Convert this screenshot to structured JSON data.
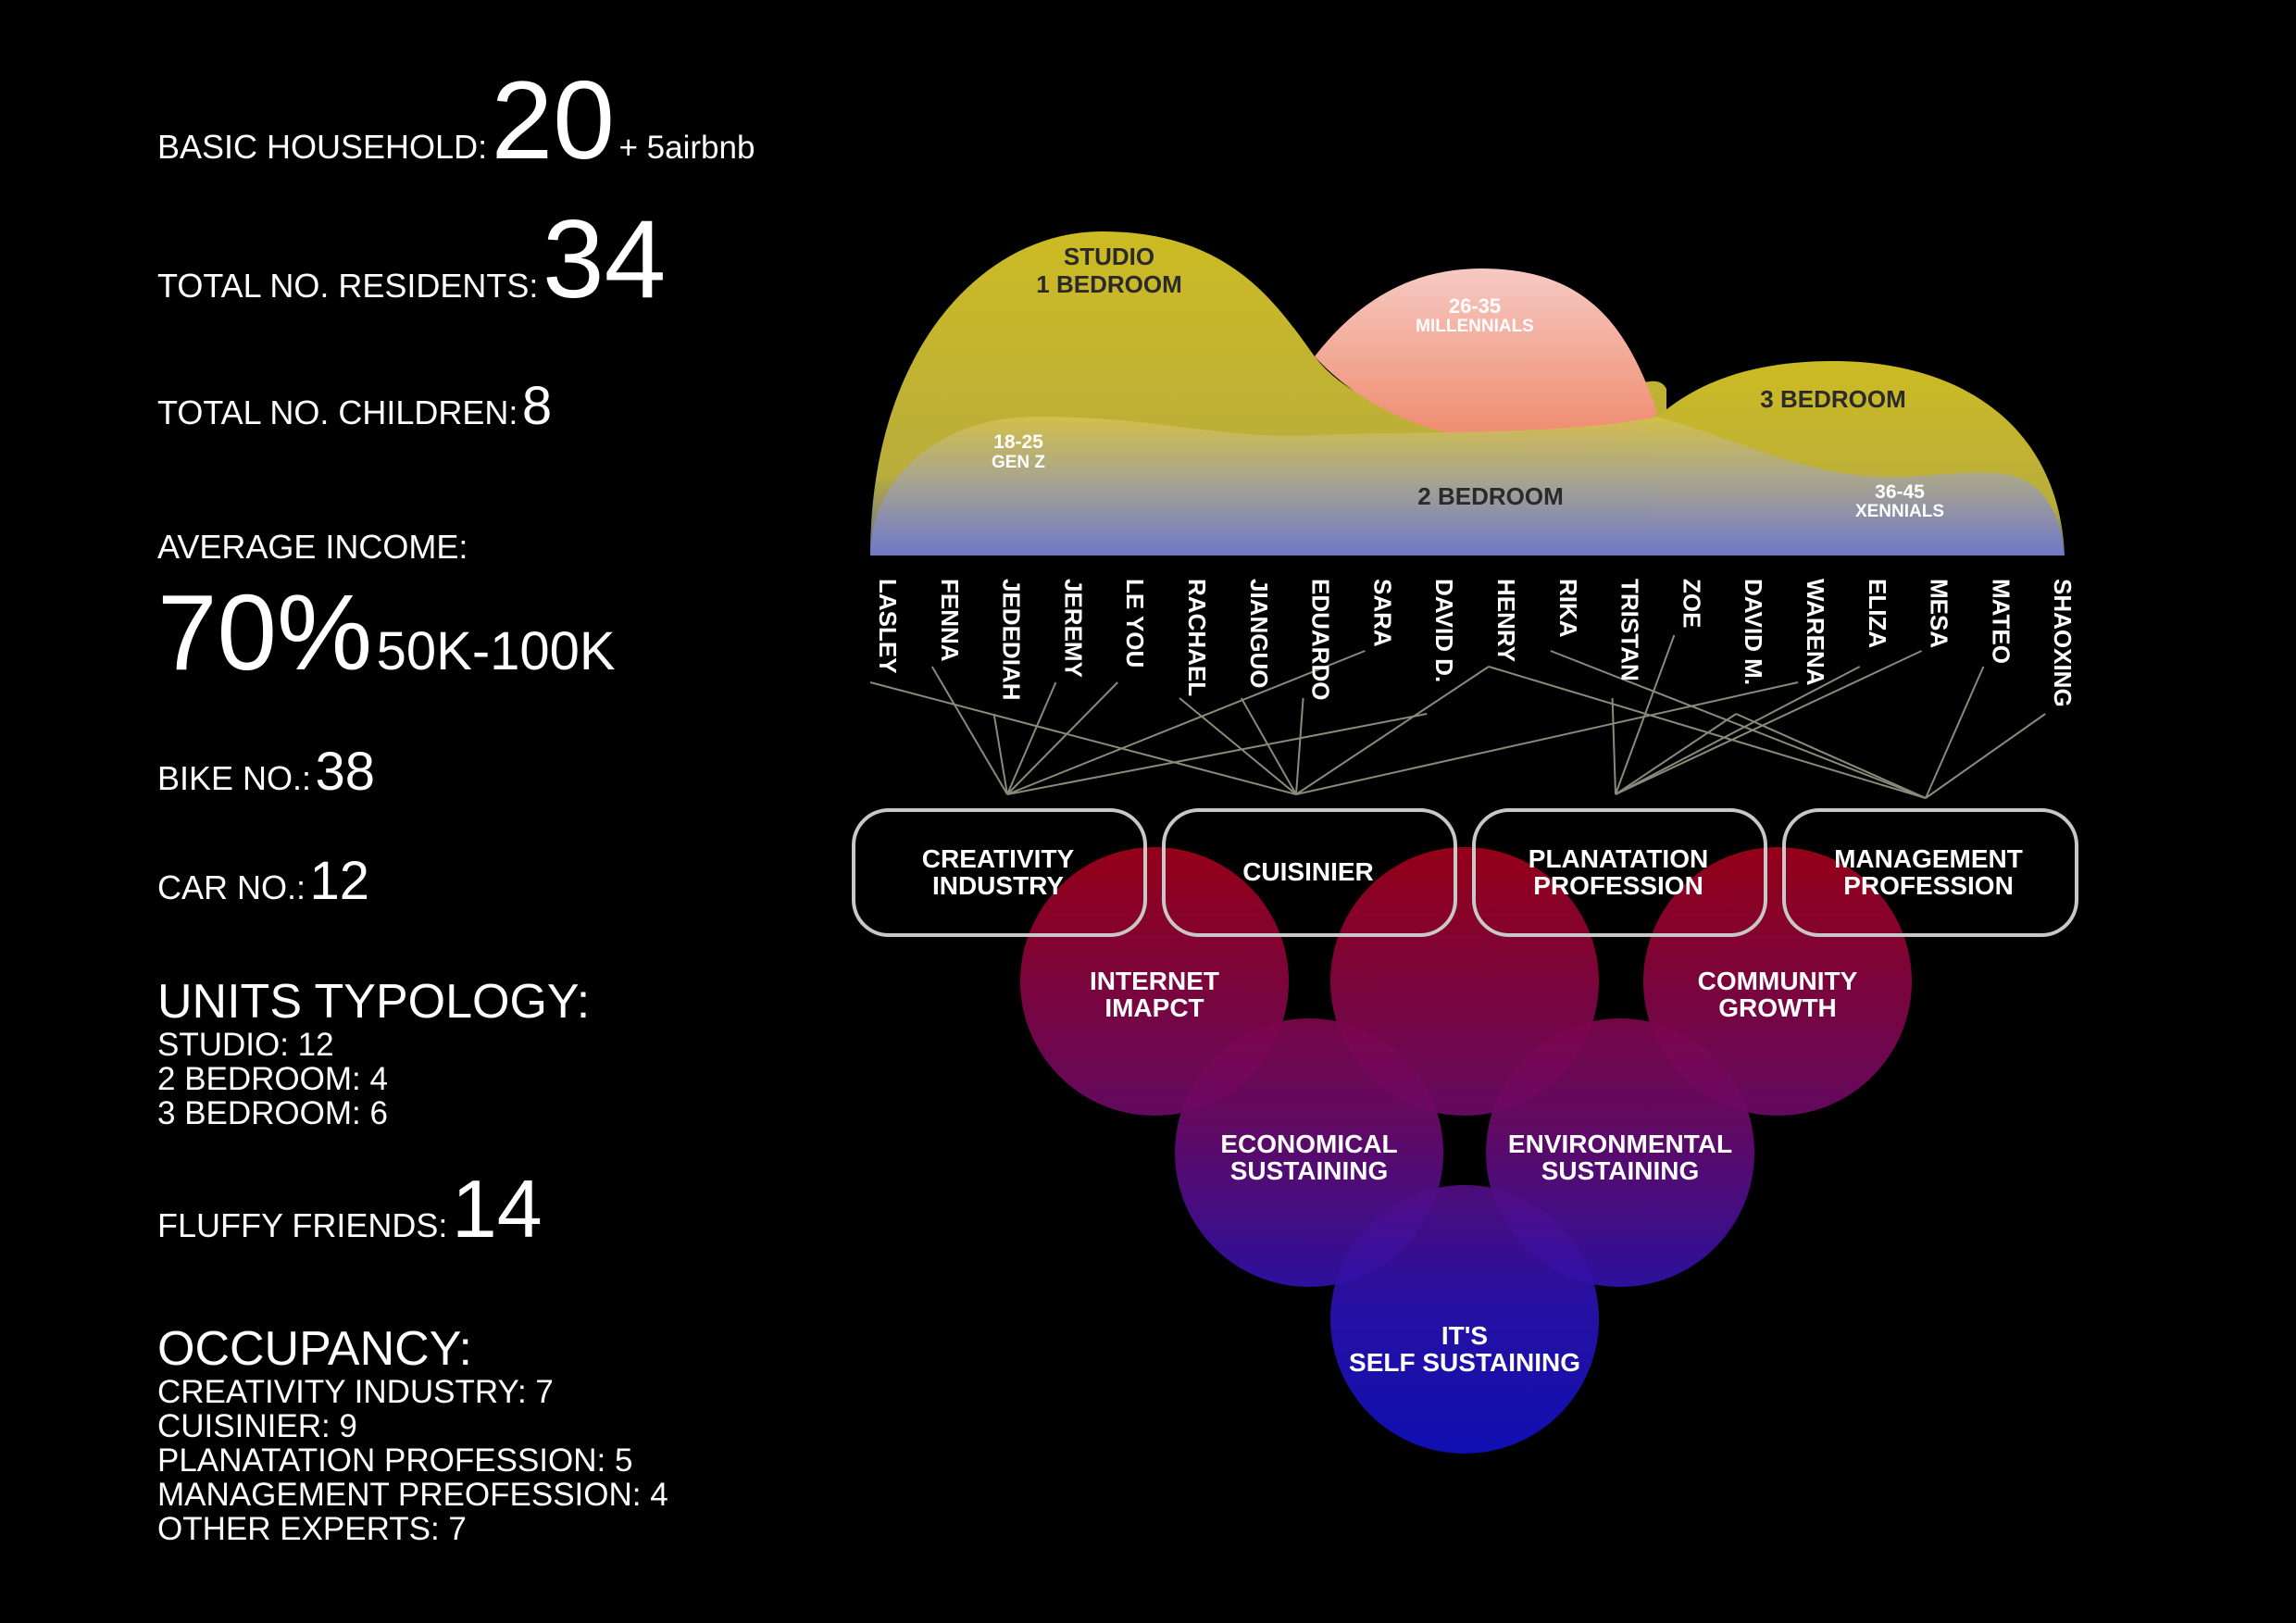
{
  "stats": {
    "household_label": "BASIC HOUSEHOLD:",
    "household_value": "20",
    "household_extra": "+ 5airbnb",
    "residents_label": "TOTAL NO. RESIDENTS:",
    "residents_value": "34",
    "children_label": "TOTAL NO. CHILDREN:",
    "children_value": "8",
    "income_label": "AVERAGE INCOME:",
    "income_percent": "70%",
    "income_range": "50K-100K",
    "bike_label": "BIKE NO.:",
    "bike_value": "38",
    "car_label": "CAR NO.:",
    "car_value": "12",
    "units_heading": "UNITS TYPOLOGY:",
    "units": [
      "STUDIO: 12",
      "2 BEDROOM: 4",
      "3 BEDROOM: 6"
    ],
    "fluffy_label": "FLUFFY FRIENDS:",
    "fluffy_value": "14",
    "occupancy_heading": "OCCUPANCY:",
    "occupancy": [
      "CREATIVITY INDUSTRY: 7",
      "CUISINIER: 9",
      "PLANATATION PROFESSION: 5",
      "MANAGEMENT PREOFESSION: 4",
      "OTHER EXPERTS: 7"
    ]
  },
  "diagram": {
    "wave_labels": {
      "studio_1": "STUDIO",
      "studio_2": "1 BEDROOM",
      "millennials_age": "26-35",
      "millennials_name": "MILLENNIALS",
      "genz_age": "18-25",
      "genz_name": "GEN Z",
      "bed3": "3 BEDROOM",
      "bed2": "2 BEDROOM",
      "xennials_age": "36-45",
      "xennials_name": "XENNIALS"
    },
    "residents": [
      "LASLEY",
      "FENNA",
      "JEDEDIAH",
      "JEREMY",
      "LE YOU",
      "RACHAEL",
      "JIANGUO",
      "EDUARDO",
      "SARA",
      "DAVID D.",
      "HENRY",
      "RIKA",
      "TRISTAN",
      "ZOE",
      "DAVID M.",
      "WARENA",
      "ELIZA",
      "MESA",
      "MATEO",
      "SHAOXING"
    ],
    "professions": [
      [
        "CREATIVITY",
        "INDUSTRY"
      ],
      [
        "CUISINIER"
      ],
      [
        "PLANATATION",
        "PROFESSION"
      ],
      [
        "MANAGEMENT",
        "PROFESSION"
      ]
    ],
    "circles": [
      [
        "INTERNET",
        "IMAPCT"
      ],
      [],
      [
        "COMMUNITY",
        "GROWTH"
      ],
      [
        "ECONOMICAL",
        "SUSTAINING"
      ],
      [
        "ENVIRONMENTAL",
        "SUSTAINING"
      ],
      [
        "IT'S",
        "SELF SUSTAINING"
      ]
    ],
    "connections": [
      [
        1,
        0
      ],
      [
        2,
        0
      ],
      [
        3,
        0
      ],
      [
        4,
        0
      ],
      [
        8,
        0
      ],
      [
        9,
        0
      ],
      [
        5,
        1
      ],
      [
        6,
        1
      ],
      [
        7,
        1
      ],
      [
        10,
        1
      ],
      [
        0,
        1
      ],
      [
        15,
        1
      ],
      [
        12,
        2
      ],
      [
        13,
        2
      ],
      [
        14,
        2
      ],
      [
        16,
        2
      ],
      [
        17,
        2
      ],
      [
        11,
        3
      ],
      [
        18,
        3
      ],
      [
        19,
        3
      ],
      [
        10,
        3
      ],
      [
        14,
        3
      ]
    ],
    "colors": {
      "yellow": "#c4b62a",
      "peach": "#f08d73",
      "lavender": "#7f86c6",
      "red": "#8a0a22",
      "blue": "#1a18b8",
      "line": "#8a8a7a",
      "box_border": "#c8c8c8"
    }
  }
}
